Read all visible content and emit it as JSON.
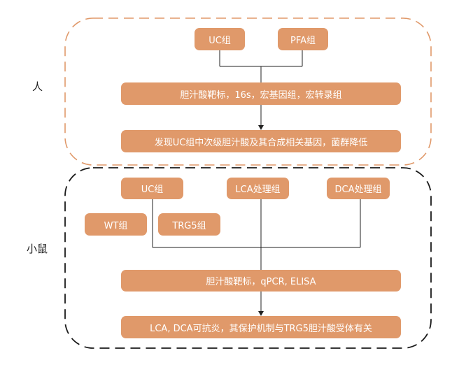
{
  "colors": {
    "node_fill": "#e0996a",
    "node_text": "#ffffff",
    "human_border": "#e0996a",
    "mouse_border": "#1a1a1a",
    "connector": "#222222"
  },
  "human": {
    "label": "人",
    "groups": [
      "UC组",
      "PFA组"
    ],
    "method": "胆汁酸靶标，16s，宏基因组，宏转录组",
    "finding": "发现UC组中次级胆汁酸及其合成相关基因，菌群降低"
  },
  "mouse": {
    "label": "小鼠",
    "groups": [
      "UC组",
      "LCA处理组",
      "DCA处理组"
    ],
    "subgroups": [
      "WT组",
      "TRG5组"
    ],
    "method": "胆汁酸靶标，qPCR, ELISA",
    "finding": "LCA, DCA可抗炎，其保护机制与TRG5胆汁酸受体有关"
  }
}
